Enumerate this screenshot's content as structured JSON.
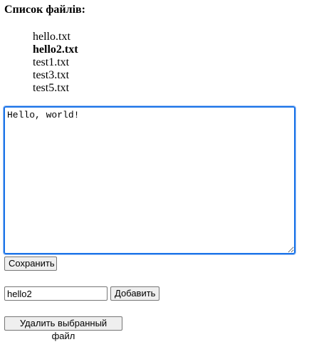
{
  "heading": "Список файлів:",
  "files": [
    {
      "name": "hello.txt",
      "selected": false
    },
    {
      "name": "hello2.txt",
      "selected": true
    },
    {
      "name": "test1.txt",
      "selected": false
    },
    {
      "name": "test3.txt",
      "selected": false
    },
    {
      "name": "test5.txt",
      "selected": false
    }
  ],
  "editor": {
    "value": "Hello, world!"
  },
  "save_button": "Сохранить",
  "new_file": {
    "value": "hello2",
    "placeholder": ""
  },
  "add_button": "Добавить",
  "delete_button": "Удалить выбранный файл",
  "colors": {
    "focus_border": "#1a73e8",
    "button_bg": "#efefef"
  }
}
